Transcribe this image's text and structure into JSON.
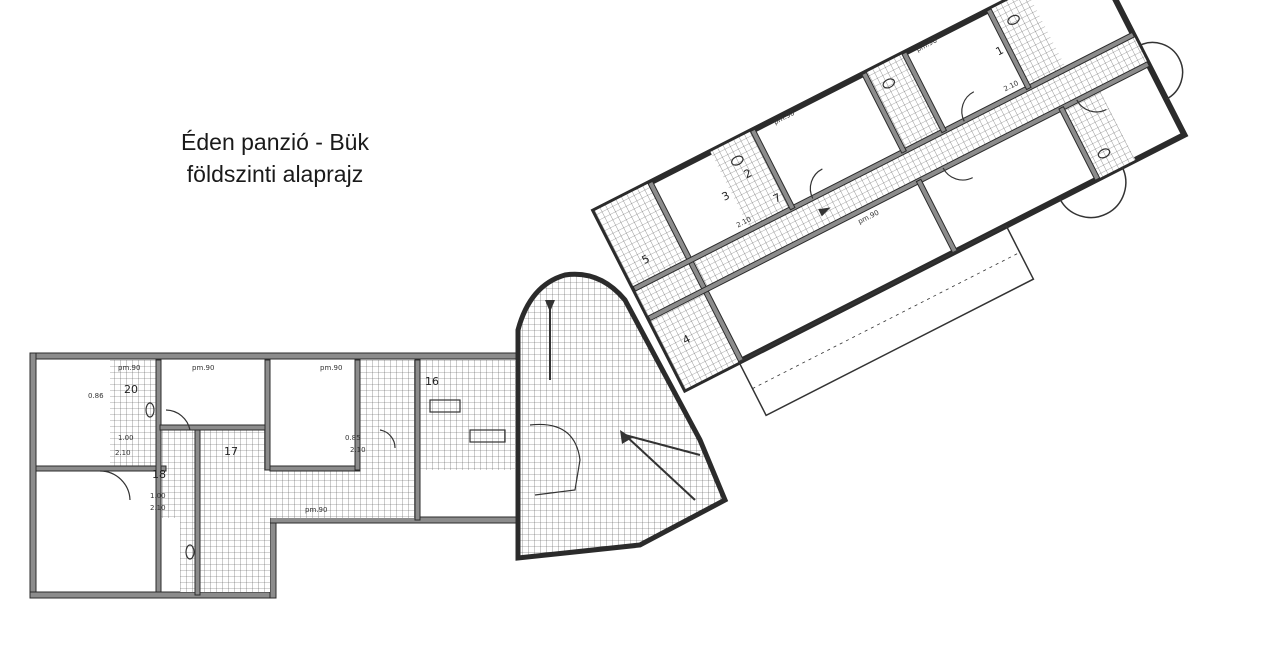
{
  "title": {
    "line1": "Éden panzió - Bük",
    "line2": "földszinti alaprajz"
  },
  "rooms": {
    "r1": "1",
    "r2": "2",
    "r3": "3",
    "r4": "4",
    "r5": "5",
    "r7": "7",
    "r16": "16",
    "r17": "17",
    "r18": "18",
    "r20": "20"
  },
  "dims": {
    "pm90": "pm.90",
    "d210": "2.10",
    "d100": "1.00",
    "d085": "0.85",
    "d086": "0.86"
  },
  "colors": {
    "wall": "#8c8c8c",
    "lines": "#333333",
    "tile": "#555555"
  }
}
